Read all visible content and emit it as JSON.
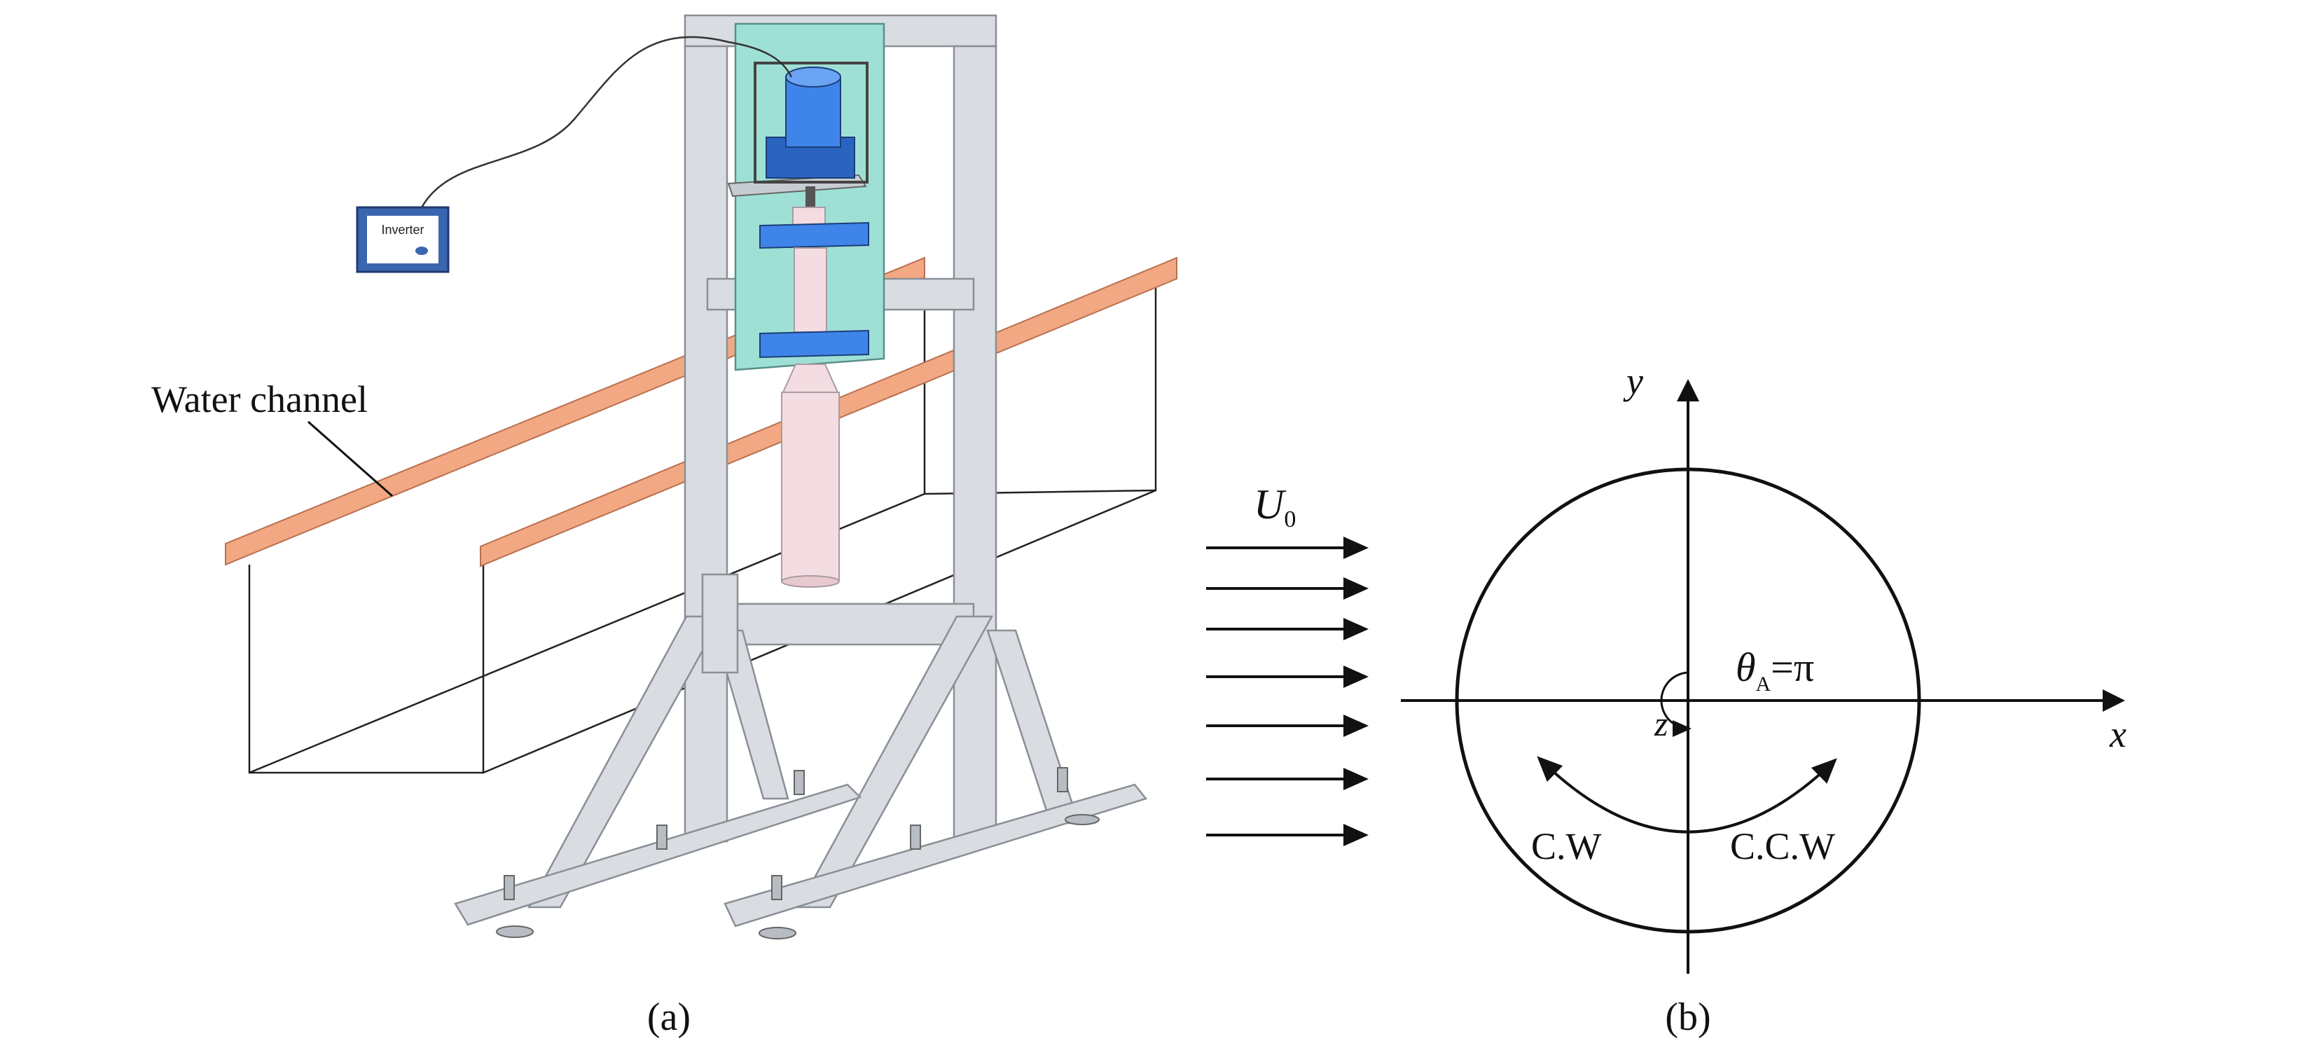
{
  "panel_a": {
    "water_channel_label": "Water channel",
    "inverter_label": "Inverter",
    "caption": "(a)"
  },
  "panel_b": {
    "flow_symbol": "U",
    "flow_subscript": "0",
    "axis_x": "x",
    "axis_y": "y",
    "axis_z": "z",
    "angle_symbol": "θ",
    "angle_subscript": "A",
    "angle_value": "=π",
    "cw_label": "C.W",
    "ccw_label": "C.C.W",
    "caption": "(b)"
  },
  "colors": {
    "frame": "#d9dde2",
    "frame_stroke": "#8a8f96",
    "plate": "#9fe0d6",
    "motor": "#3f84e8",
    "motor_dark": "#2a64c0",
    "rail": "#f2a882",
    "rail_stroke": "#b97050",
    "cylinder": "#f4dde2",
    "cylinder_stroke": "#a89ca2",
    "inverter": "#3a66b0",
    "ink": "#111111"
  }
}
